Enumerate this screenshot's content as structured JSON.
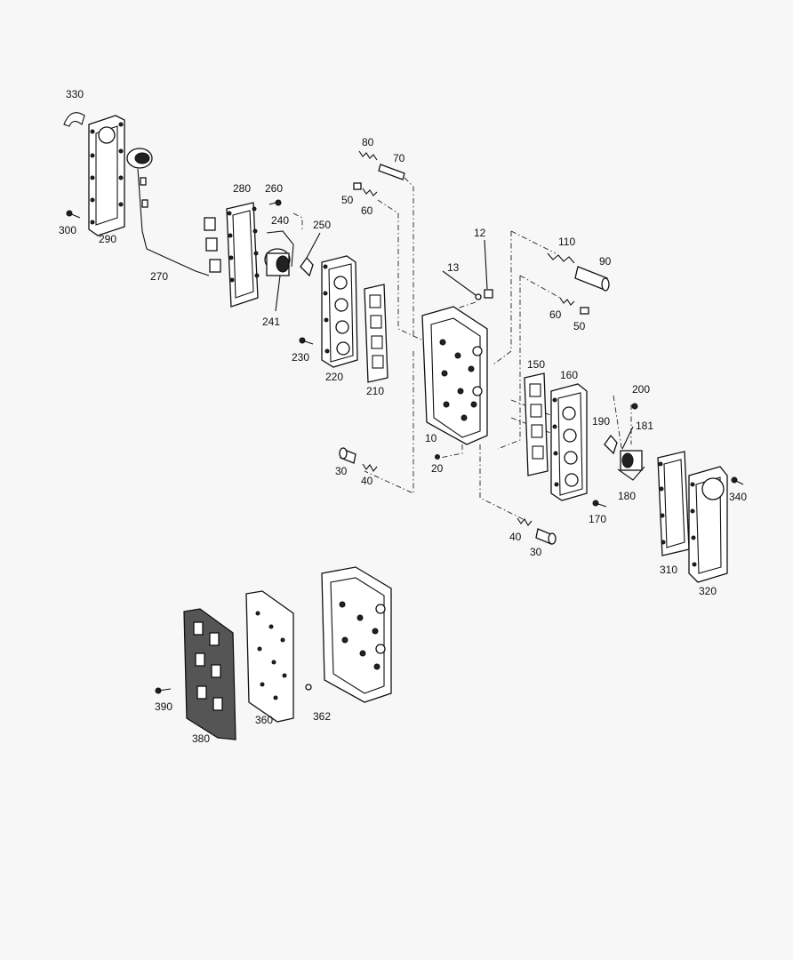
{
  "labels": {
    "l330": "330",
    "l300": "300",
    "l290": "290",
    "l270": "270",
    "l280": "280",
    "l260": "260",
    "l240": "240",
    "l250": "250",
    "l241": "241",
    "l230": "230",
    "l220": "220",
    "l210": "210",
    "l80": "80",
    "l70": "70",
    "l50a": "50",
    "l60a": "60",
    "l12": "12",
    "l13": "13",
    "l110": "110",
    "l90": "90",
    "l60b": "60",
    "l50b": "50",
    "l10": "10",
    "l20": "20",
    "l30a": "30",
    "l40a": "40",
    "l150": "150",
    "l160": "160",
    "l200": "200",
    "l190": "190",
    "l181": "181",
    "l180": "180",
    "l170": "170",
    "l340": "340",
    "l310": "310",
    "l320": "320",
    "l40b": "40",
    "l30b": "30",
    "l390": "390",
    "l380": "380",
    "l360": "360",
    "l362": "362"
  }
}
